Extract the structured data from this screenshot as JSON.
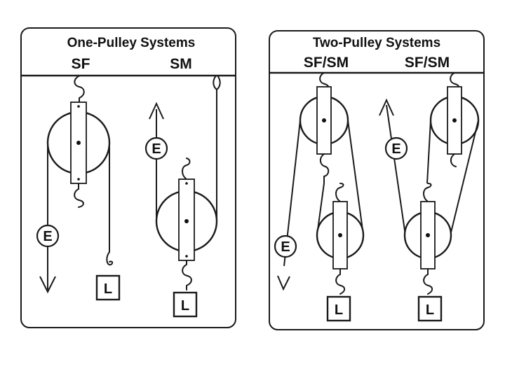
{
  "panels": [
    {
      "title": "One-Pulley Systems",
      "labels": [
        "SF",
        "SM"
      ]
    },
    {
      "title": "Two-Pulley Systems",
      "labels": [
        "SF/SM",
        "SF/SM"
      ]
    }
  ],
  "effort_symbol": "E",
  "load_symbol": "L"
}
